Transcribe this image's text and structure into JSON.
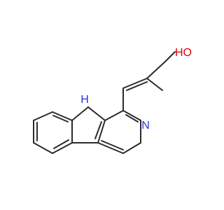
{
  "atoms": {
    "nh_label": "H",
    "n_pyridine_label": "N",
    "oh_label": "HO"
  },
  "colors": {
    "bond": "#2b2b2b",
    "nitrogen": "#2f2fe0",
    "oxygen": "#e00000"
  }
}
